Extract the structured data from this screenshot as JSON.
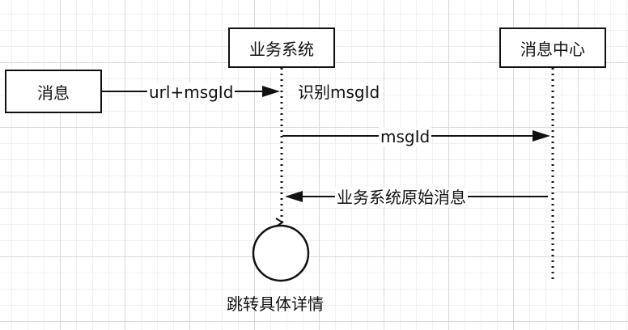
{
  "participants": {
    "message": "消息",
    "business_system": "业务系统",
    "message_center": "消息中心"
  },
  "arrows": {
    "to_business": "url+msgId",
    "to_center": "msgId",
    "back_to_business": "业务系统原始消息"
  },
  "notes": {
    "identify": "识别msgId",
    "jump": "跳转具体详情"
  }
}
